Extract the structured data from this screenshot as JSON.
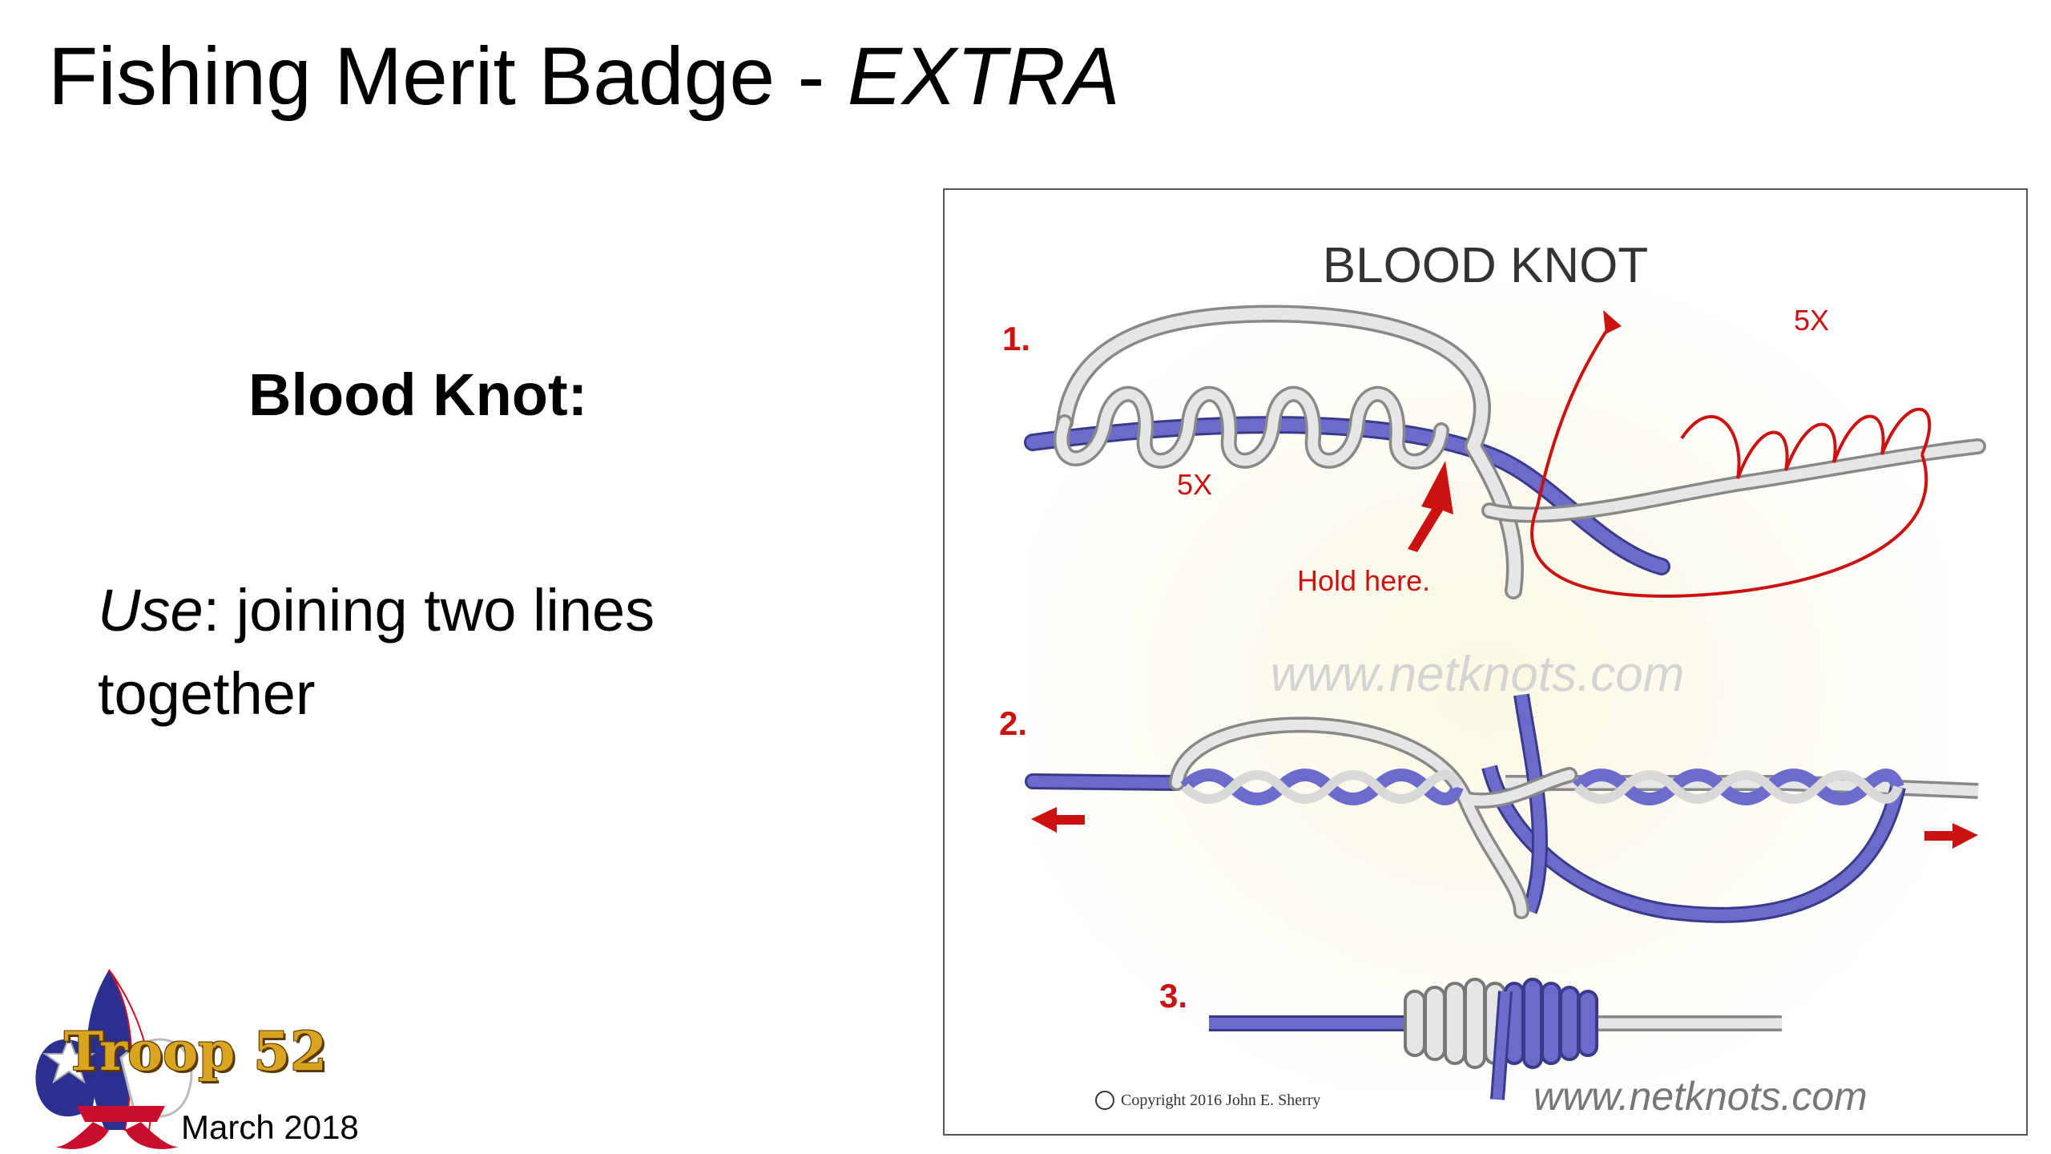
{
  "slide": {
    "title": "Fishing Merit Badge - ",
    "title_emphasis": "EXTRA",
    "subtitle": "Blood Knot:",
    "use_label": "Use",
    "use_text": ": joining two lines together",
    "footer_date": "March 2018"
  },
  "logo": {
    "name": "Troop 52",
    "colors": {
      "blue": "#2b2f8f",
      "red": "#c8102e",
      "white": "#ffffff",
      "gold": "#d9a520"
    }
  },
  "diagram": {
    "title": "BLOOD KNOT",
    "steps": [
      "1.",
      "2.",
      "3."
    ],
    "turns_label_1": "5X",
    "turns_label_2": "5X",
    "hold_label": "Hold here.",
    "watermark": "www.netknots.com",
    "copyright": "Copyright  2016  John E. Sherry",
    "site": "www.netknots.com",
    "colors": {
      "blue_line": "#6b6bcc",
      "white_line": "#d9d9d9",
      "red": "#cc1111",
      "label": "#333333"
    }
  }
}
